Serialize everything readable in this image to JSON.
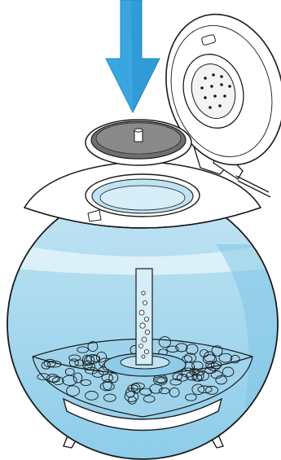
{
  "figure": {
    "colors": {
      "water": "#a8d8ee",
      "water_dark": "#7cc3e4",
      "water_light": "#d6eef8",
      "arrow": "#3aa6e0",
      "arrow_edge": "#1f87c6",
      "outline": "#1a1a1a",
      "lid_fill": "#ffffff",
      "inner_lid": "#6f6f6f",
      "base": "#ffffff"
    },
    "parts": [
      "insert-arrow",
      "hinged-lid",
      "filter-cartridge",
      "inner-lid",
      "tank-top-cover",
      "glass-bowl",
      "water",
      "air-tube",
      "gravel-substrate",
      "base-ring",
      "stand-legs"
    ]
  }
}
